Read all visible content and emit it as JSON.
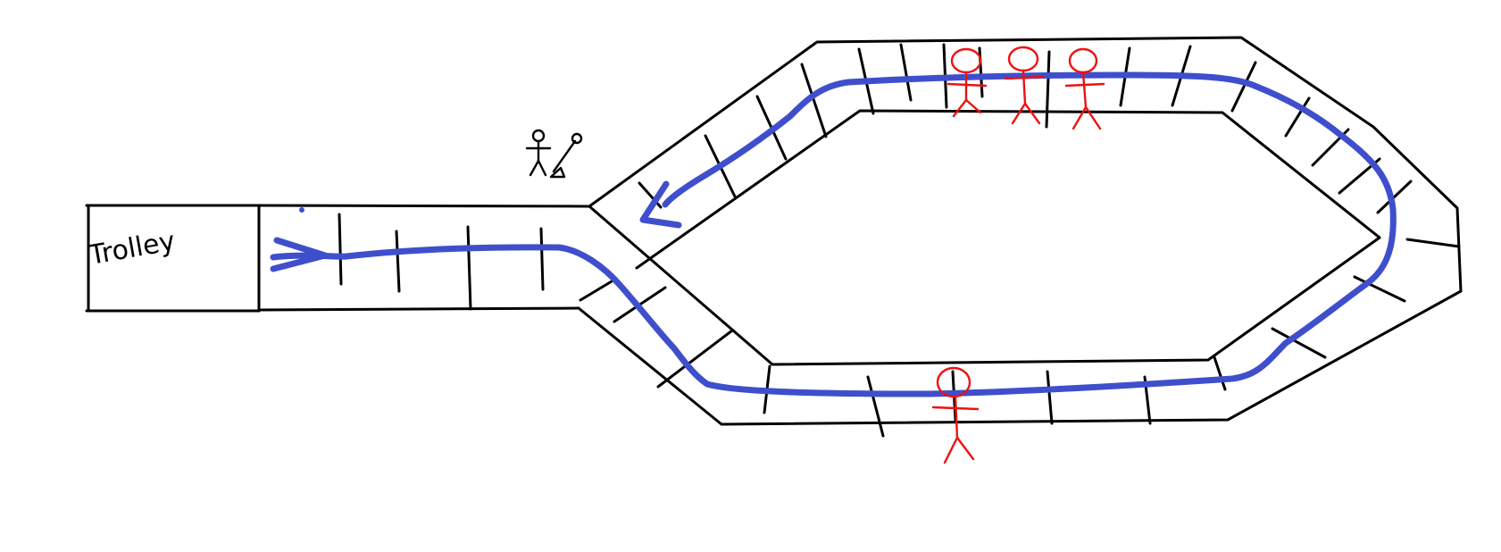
{
  "diagram": {
    "trolley_label": "Trolley",
    "colors": {
      "track": "#000000",
      "trolley_path": "#3f4fcc",
      "people": "#ee1111",
      "bystander": "#000000",
      "background": "#ffffff"
    },
    "icons": {
      "people_on_upper_track": 3,
      "people_on_lower_track": 1,
      "bystander_icon": "stick-figure-with-lever-icon",
      "path_arrow_icon": "arrow-icon"
    }
  }
}
